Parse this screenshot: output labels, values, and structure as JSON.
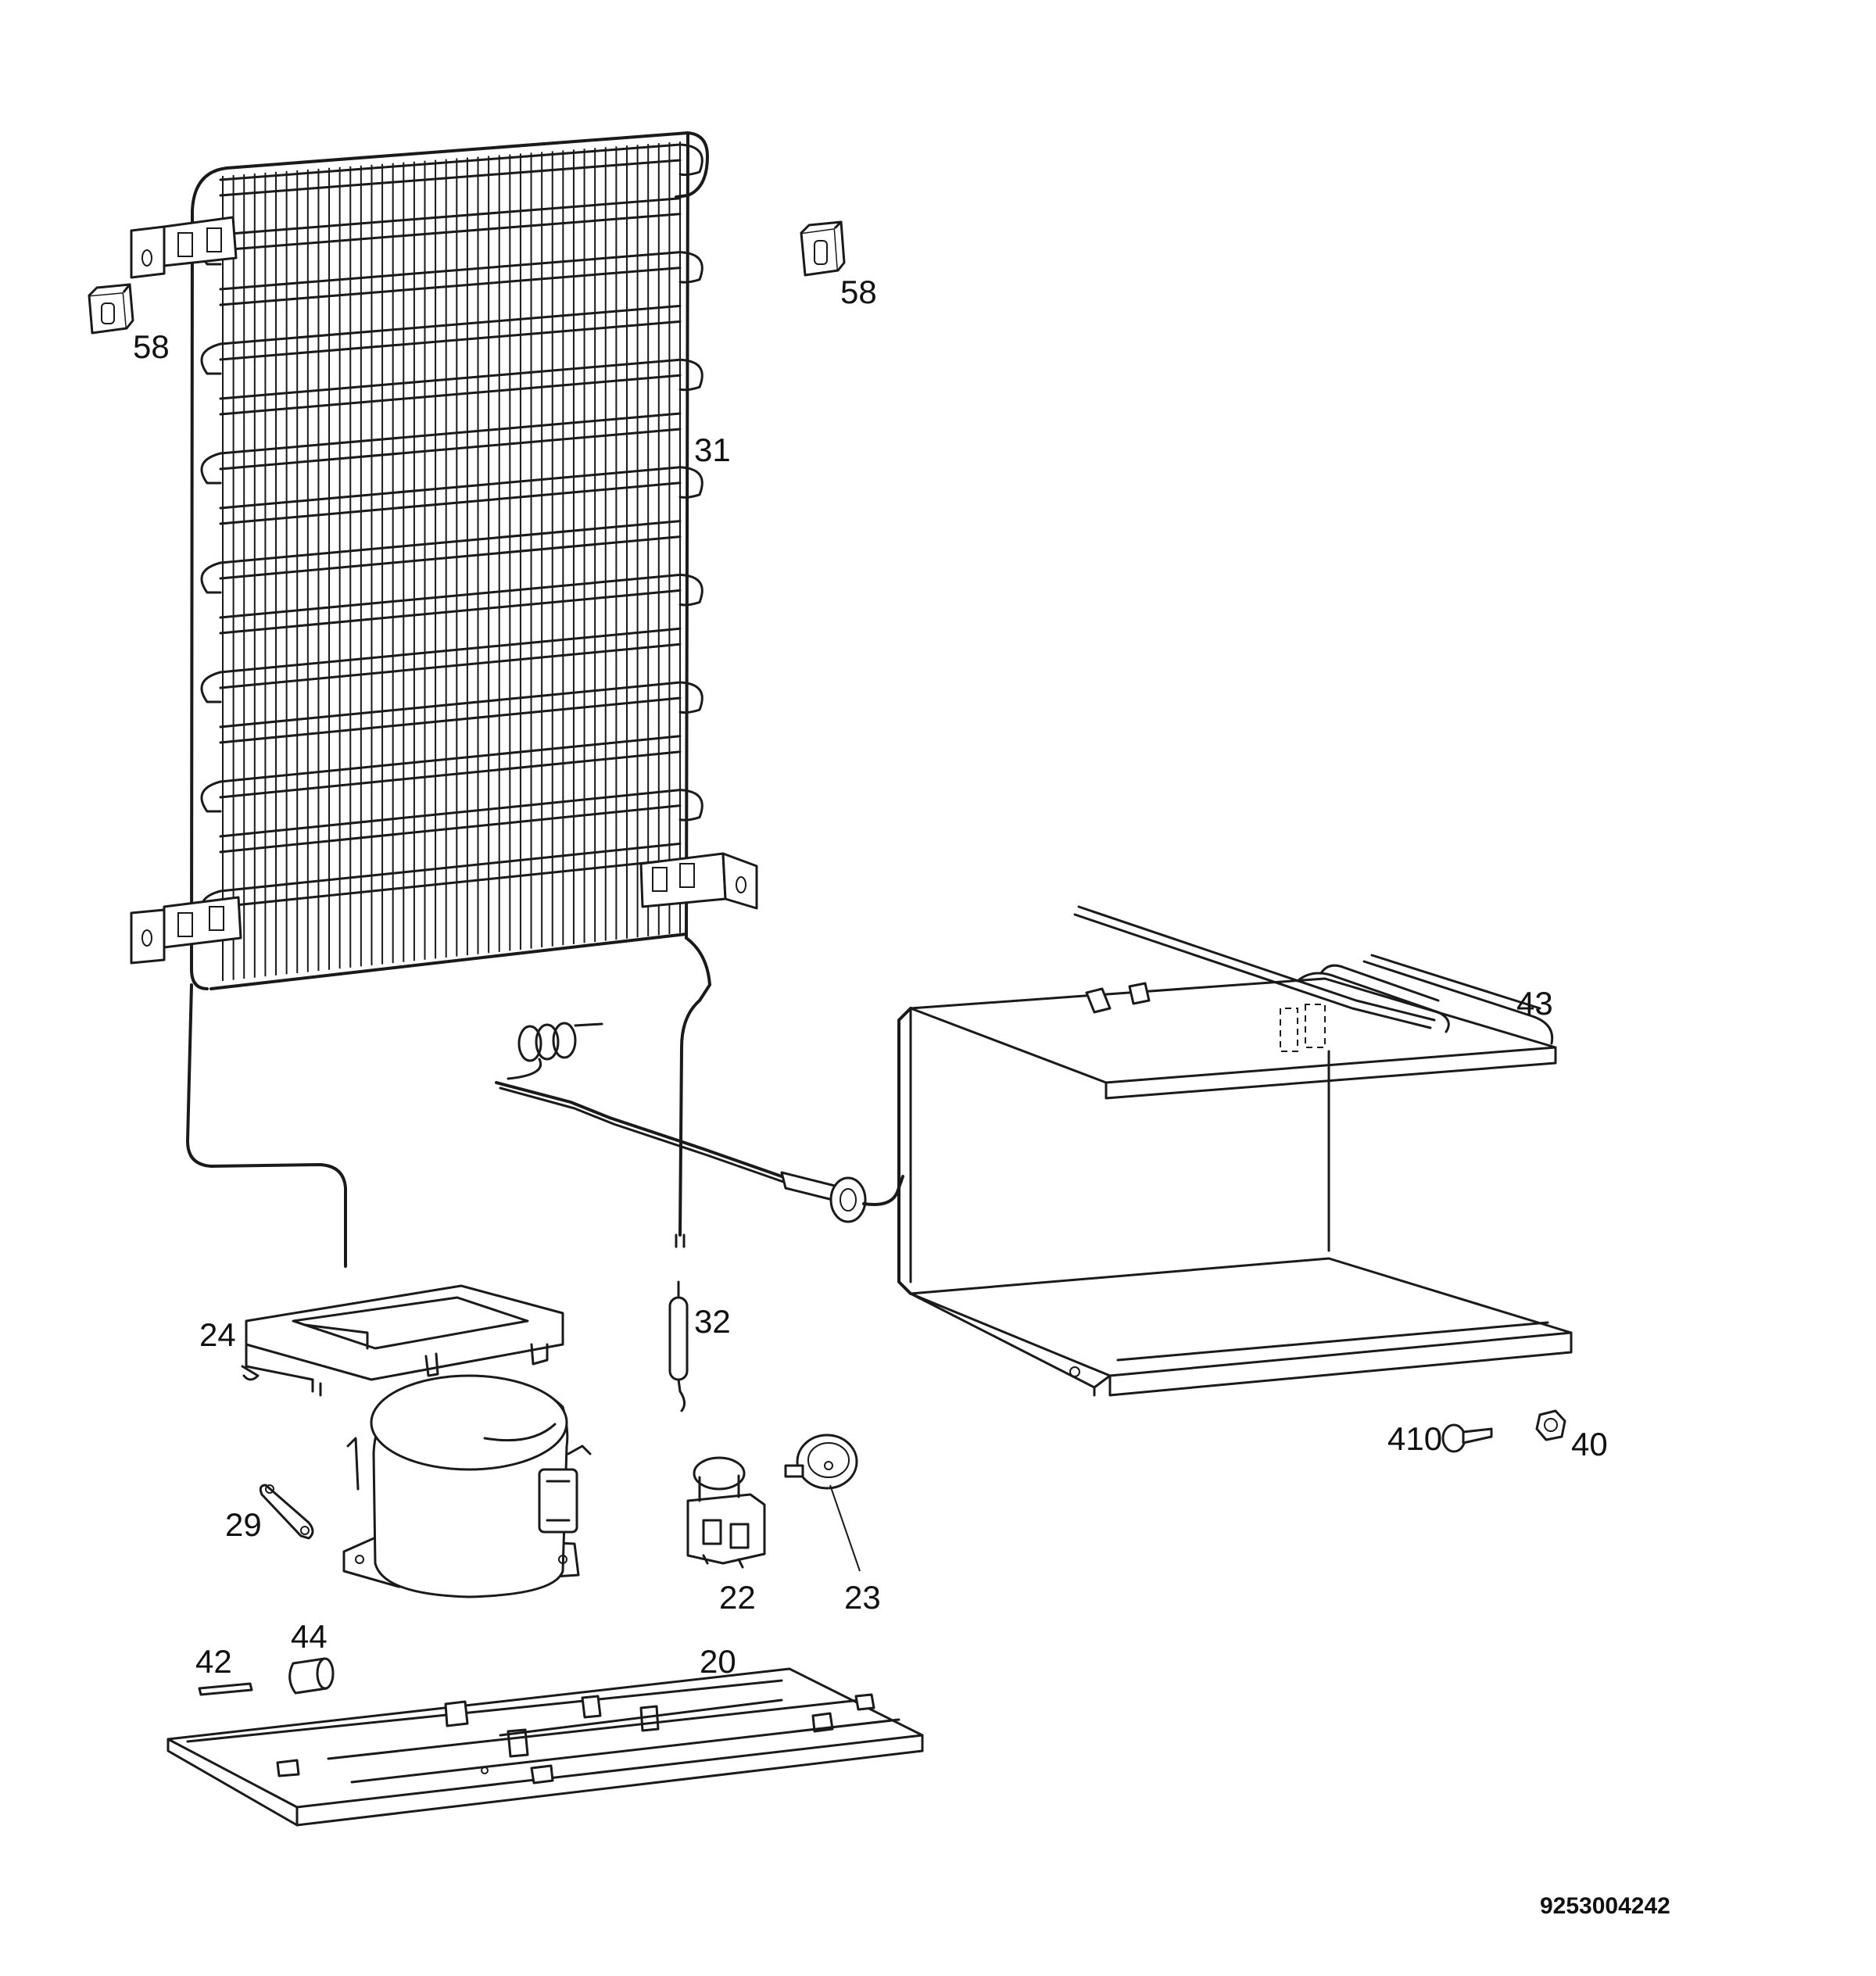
{
  "diagram": {
    "part_labels": {
      "p58_left": "58",
      "p58_right": "58",
      "p31": "31",
      "p43": "43",
      "p24": "24",
      "p32": "32",
      "p29": "29",
      "p410": "410",
      "p40": "40",
      "p22": "22",
      "p23": "23",
      "p42": "42",
      "p44": "44",
      "p20": "20"
    },
    "document_code": "9253004242"
  }
}
